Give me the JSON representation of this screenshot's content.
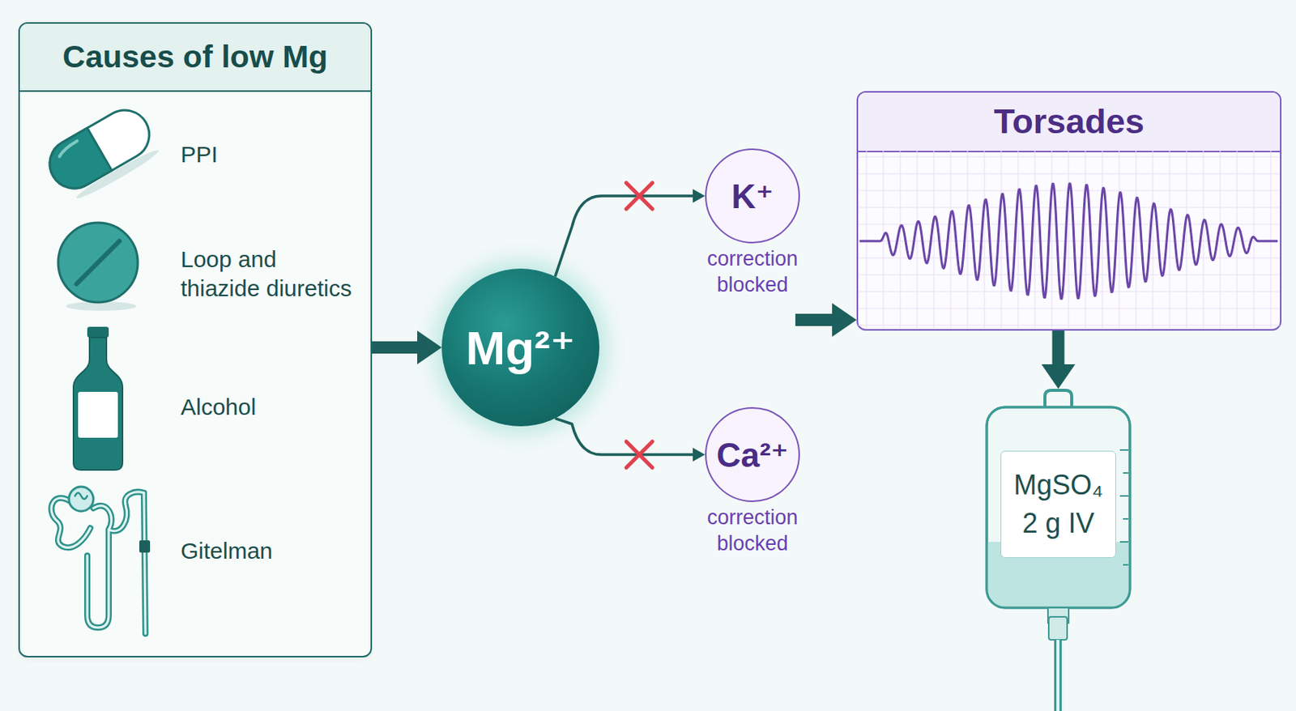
{
  "diagram": {
    "nodes": [
      {
        "text": [
          "Causes of low Mg"
        ]
      },
      {
        "text": [
          "Mg²⁺"
        ]
      },
      {
        "text": [
          "K⁺",
          "correction blocked"
        ]
      },
      {
        "text": [
          "Ca²⁺",
          "correction blocked"
        ]
      },
      {
        "text": [
          "Torsades"
        ]
      },
      {
        "text": [
          "MgSO₄ 2 g IV"
        ]
      }
    ],
    "edges": [
      {
        "from": 0,
        "to": 1,
        "arrow": "to"
      },
      {
        "from": 1,
        "to": 2,
        "arrow": "to"
      },
      {
        "from": 1,
        "to": 3,
        "arrow": "to"
      },
      {
        "from": 1,
        "to": 4,
        "arrow": "to"
      },
      {
        "from": 4,
        "to": 5,
        "arrow": "to"
      }
    ],
    "labels": [
      "PPI",
      "Loop and thiazide diuretics",
      "Alcohol",
      "Gitelman"
    ]
  }
}
